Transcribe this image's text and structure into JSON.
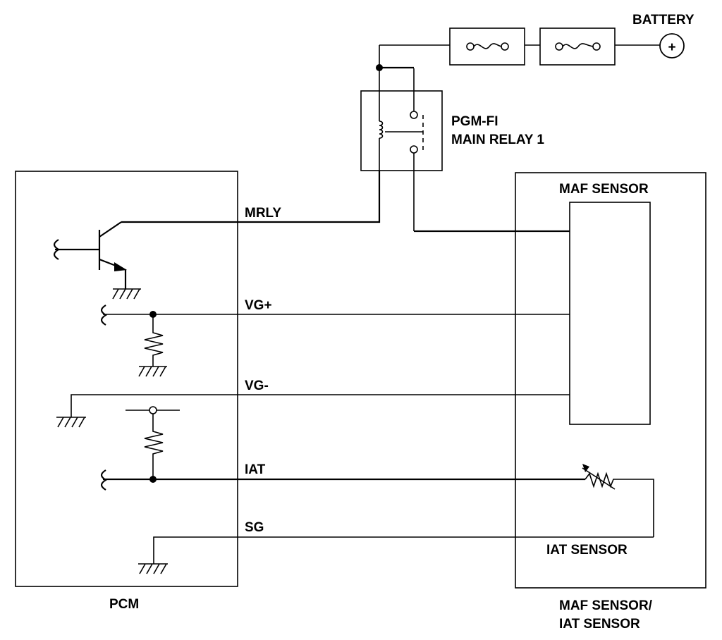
{
  "labels": {
    "battery": "BATTERY",
    "relay_line1": "PGM-FI",
    "relay_line2": "MAIN RELAY 1",
    "maf_sensor": "MAF SENSOR",
    "pcm": "PCM",
    "assembly_line1": "MAF SENSOR/",
    "assembly_line2": "IAT SENSOR",
    "iat_sensor": "IAT SENSOR",
    "battery_symbol": "+"
  },
  "signals": {
    "mrly": "MRLY",
    "vg_plus": "VG+",
    "vg_minus": "VG-",
    "iat": "IAT",
    "sg": "SG"
  }
}
